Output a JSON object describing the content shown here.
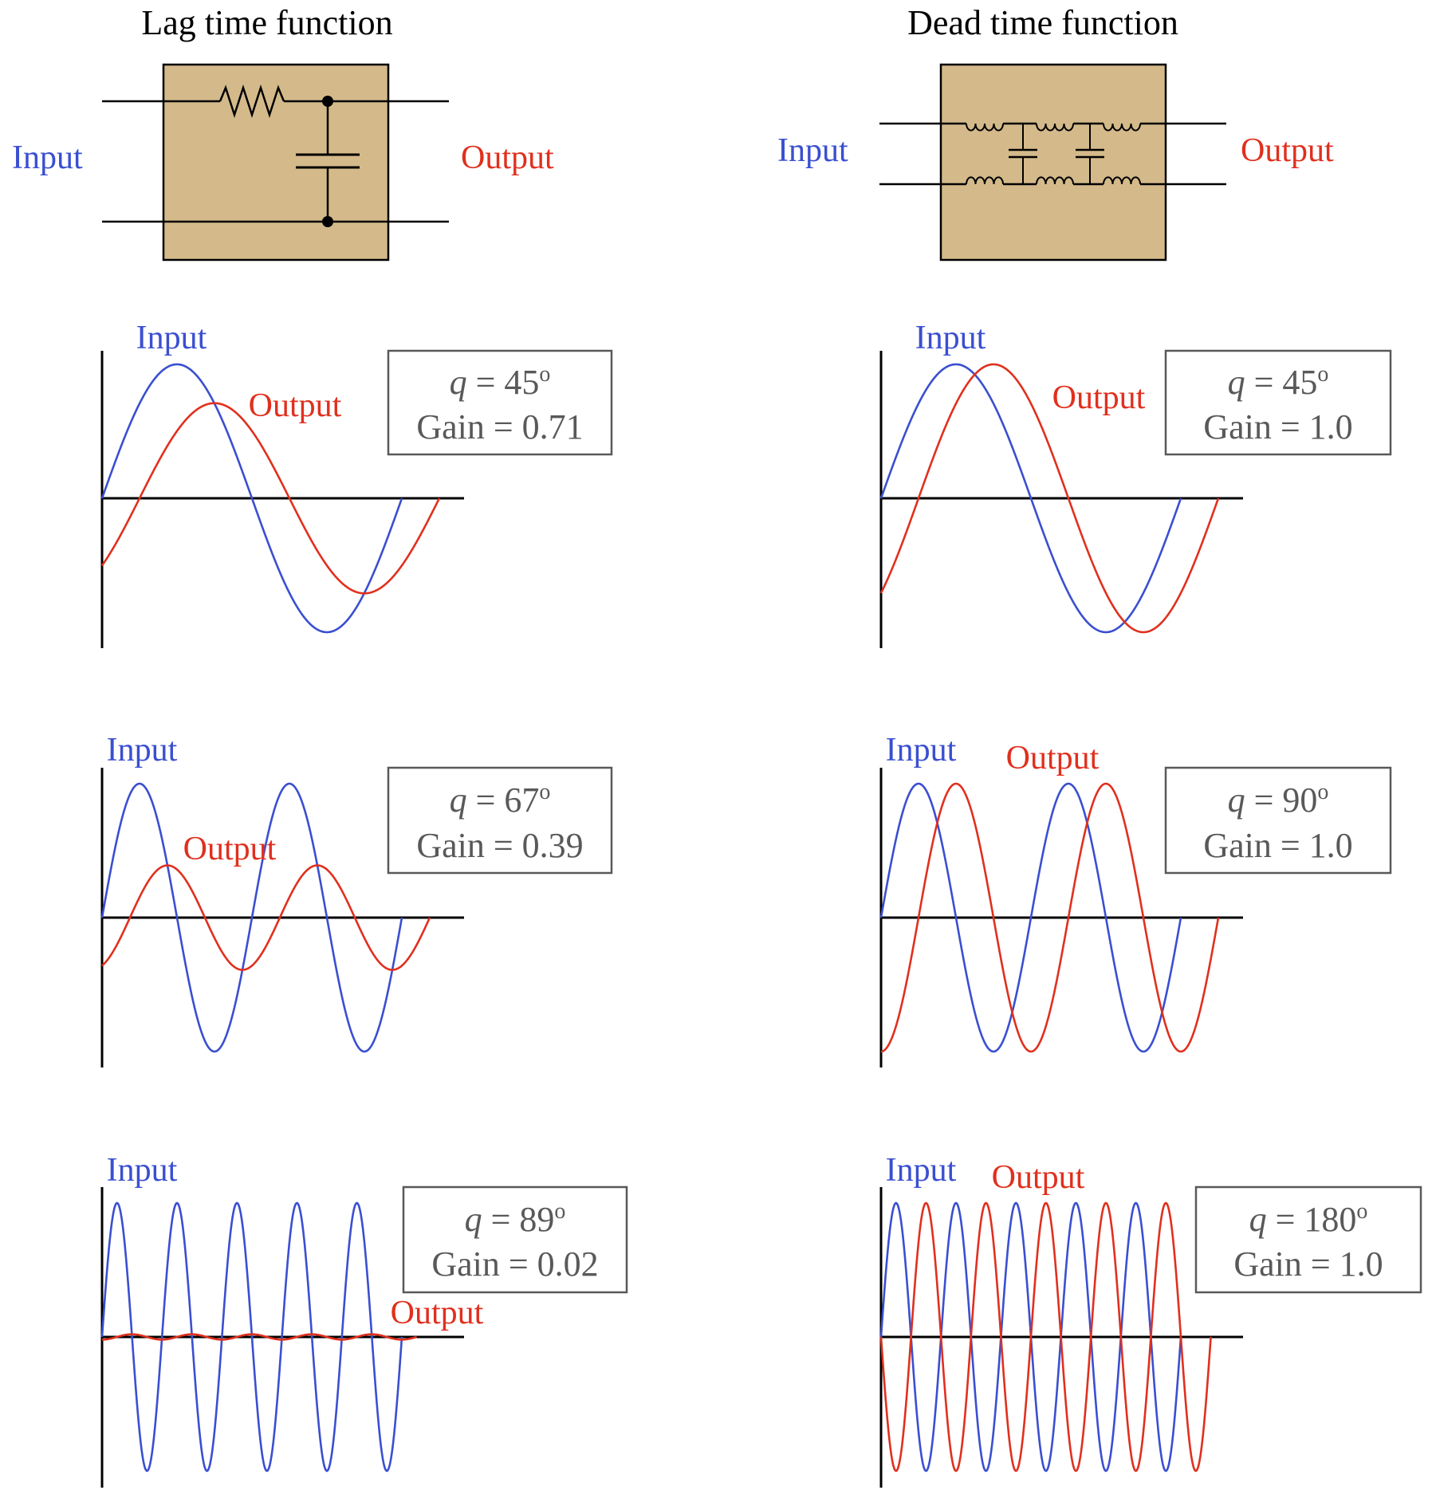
{
  "colors": {
    "input": "#3a4fd0",
    "output": "#e0301e",
    "box_fill": "#d4ba8a",
    "info_text": "#595959",
    "info_border": "#595959",
    "axis": "#000000"
  },
  "lag": {
    "title": "Lag time function",
    "input_label": "Input",
    "output_label": "Output",
    "symbols": [
      "resistor",
      "capacitor"
    ]
  },
  "dead": {
    "title": "Dead time function",
    "input_label": "Input",
    "output_label": "Output",
    "symbols": [
      "inductor",
      "inductor",
      "inductor",
      "inductor",
      "inductor",
      "inductor",
      "capacitor",
      "capacitor"
    ]
  },
  "plots": [
    {
      "id": "lag-1",
      "input_label": "Input",
      "output_label": "Output",
      "phase_symbol": "q",
      "phase_text": " = 45",
      "degree": "o",
      "gain_text": "Gain = 0.71",
      "input_cycles": 1.0,
      "phase_deg": 45,
      "gain": 0.71
    },
    {
      "id": "dead-1",
      "input_label": "Input",
      "output_label": "Output",
      "phase_symbol": "q",
      "phase_text": " = 45",
      "degree": "o",
      "gain_text": "Gain = 1.0",
      "input_cycles": 1.0,
      "phase_deg": 45,
      "gain": 1.0
    },
    {
      "id": "lag-2",
      "input_label": "Input",
      "output_label": "Output",
      "phase_symbol": "q",
      "phase_text": " = 67",
      "degree": "o",
      "gain_text": "Gain = 0.39",
      "input_cycles": 2.0,
      "phase_deg": 67,
      "gain": 0.39
    },
    {
      "id": "dead-2",
      "input_label": "Input",
      "output_label": "Output",
      "phase_symbol": "q",
      "phase_text": " = 90",
      "degree": "o",
      "gain_text": "Gain = 1.0",
      "input_cycles": 2.0,
      "phase_deg": 90,
      "gain": 1.0
    },
    {
      "id": "lag-3",
      "input_label": "Input",
      "output_label": "Output",
      "phase_symbol": "q",
      "phase_text": " = 89",
      "degree": "o",
      "gain_text": "Gain = 0.02",
      "input_cycles": 5.0,
      "phase_deg": 89,
      "gain": 0.02
    },
    {
      "id": "dead-3",
      "input_label": "Input",
      "output_label": "Output",
      "phase_symbol": "q",
      "phase_text": " = 180",
      "degree": "o",
      "gain_text": "Gain = 1.0",
      "input_cycles": 5.0,
      "phase_deg": 180,
      "gain": 1.0
    }
  ]
}
